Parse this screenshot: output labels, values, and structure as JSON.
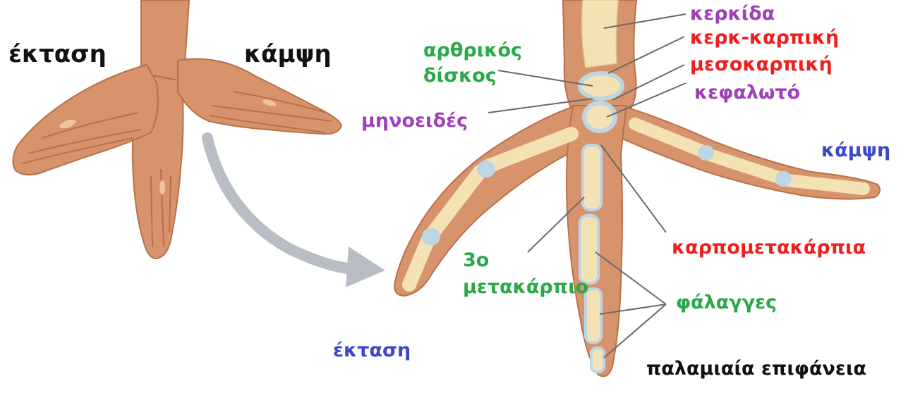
{
  "colors": {
    "black": "#111111",
    "purple": "#a03fb8",
    "red": "#ef1f1f",
    "green": "#2aa84a",
    "blue": "#3d49c8",
    "skin": "#d7946c",
    "skin_dark": "#b8704a",
    "bone": "#f4e2b4",
    "cartilage": "#bcd6e4",
    "arrow": "#b9bec6"
  },
  "left_figure": {
    "extension_label": "έκταση",
    "flexion_label": "κάμψη"
  },
  "right_figure": {
    "labels": {
      "radius": "κερκίδα",
      "radiocarpal": "κερκ-καρπική",
      "midcarpal": "μεσοκαρπική",
      "capitate": "κεφαλωτό",
      "articular_disc_line1": "αρθρικός",
      "articular_disc_line2": "δίσκος",
      "lunate": "μηνοειδές",
      "flexion": "κάμψη",
      "carpometacarpal": "καρπομετακάρπια",
      "third_metacarpal_line1": "3ο",
      "third_metacarpal_line2": "μετακάρπιο",
      "phalanges": "φάλαγγες",
      "extension": "έκταση",
      "palmar_surface": "παλαμιαία επιφάνεια"
    }
  }
}
